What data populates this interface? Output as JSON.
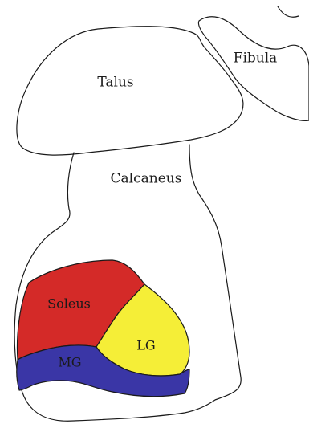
{
  "labels": {
    "talus": "Talus",
    "fibula": "Fibula",
    "calcaneus": "Calcaneus",
    "soleus": "Soleus",
    "lg": "LG",
    "mg": "MG"
  },
  "colors": {
    "soleus": "#d42a28",
    "lg": "#f5ee37",
    "mg": "#3a36a6",
    "outline": "#1a1a1a",
    "background": "#ffffff"
  }
}
